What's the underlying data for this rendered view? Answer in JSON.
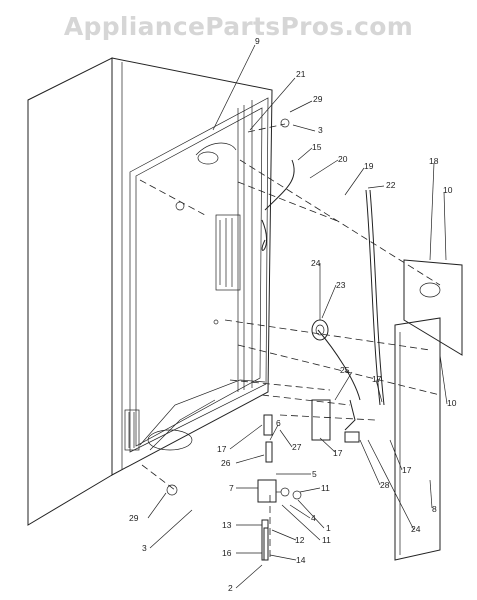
{
  "watermark": "AppliancePartsPros.com",
  "diagram": {
    "callouts": [
      {
        "id": "c9",
        "text": "9"
      },
      {
        "id": "c21",
        "text": "21"
      },
      {
        "id": "c29a",
        "text": "29"
      },
      {
        "id": "c3a",
        "text": "3"
      },
      {
        "id": "c15",
        "text": "15"
      },
      {
        "id": "c20",
        "text": "20"
      },
      {
        "id": "c19",
        "text": "19"
      },
      {
        "id": "c22",
        "text": "22"
      },
      {
        "id": "c18",
        "text": "18"
      },
      {
        "id": "c10a",
        "text": "10"
      },
      {
        "id": "c24a",
        "text": "24"
      },
      {
        "id": "c23",
        "text": "23"
      },
      {
        "id": "c25",
        "text": "25"
      },
      {
        "id": "c17a",
        "text": "17"
      },
      {
        "id": "c10b",
        "text": "10"
      },
      {
        "id": "c6",
        "text": "6"
      },
      {
        "id": "c17b",
        "text": "17"
      },
      {
        "id": "c27",
        "text": "27"
      },
      {
        "id": "c17c",
        "text": "17"
      },
      {
        "id": "c26",
        "text": "26"
      },
      {
        "id": "c28",
        "text": "28"
      },
      {
        "id": "c17d",
        "text": "17"
      },
      {
        "id": "c24b",
        "text": "24"
      },
      {
        "id": "c5",
        "text": "5"
      },
      {
        "id": "c8",
        "text": "8"
      },
      {
        "id": "c7",
        "text": "7"
      },
      {
        "id": "c11a",
        "text": "11"
      },
      {
        "id": "c4",
        "text": "4"
      },
      {
        "id": "c29b",
        "text": "29"
      },
      {
        "id": "c1",
        "text": "1"
      },
      {
        "id": "c13",
        "text": "13"
      },
      {
        "id": "c12",
        "text": "12"
      },
      {
        "id": "c11b",
        "text": "11"
      },
      {
        "id": "c3b",
        "text": "3"
      },
      {
        "id": "c16",
        "text": "16"
      },
      {
        "id": "c14",
        "text": "14"
      },
      {
        "id": "c2",
        "text": "2"
      }
    ]
  }
}
